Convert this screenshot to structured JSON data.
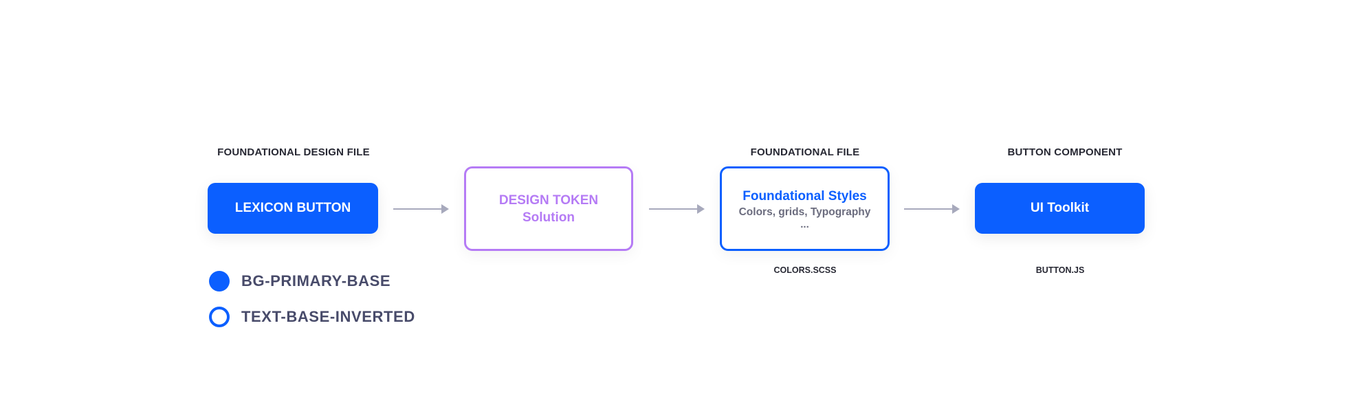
{
  "columns": [
    {
      "heading": "FOUNDATIONAL DESIGN FILE",
      "button": "LEXICON BUTTON"
    },
    {
      "title": "DESIGN TOKEN",
      "subtitle": "Solution"
    },
    {
      "heading": "FOUNDATIONAL FILE",
      "title": "Foundational Styles",
      "subtitle": "Colors, grids, Typography",
      "ellipsis": "...",
      "file": "COLORS.SCSS"
    },
    {
      "heading": "BUTTON COMPONENT",
      "button": "UI Toolkit",
      "file": "BUTTON.JS"
    }
  ],
  "legend": [
    {
      "label": "BG-PRIMARY-BASE",
      "style": "filled"
    },
    {
      "label": "TEXT-BASE-INVERTED",
      "style": "outline"
    }
  ],
  "colors": {
    "primary": "#0B5FFF",
    "token": "#B57BF5",
    "arrow": "#A7A9BC",
    "legend_text": "#484B6A"
  }
}
